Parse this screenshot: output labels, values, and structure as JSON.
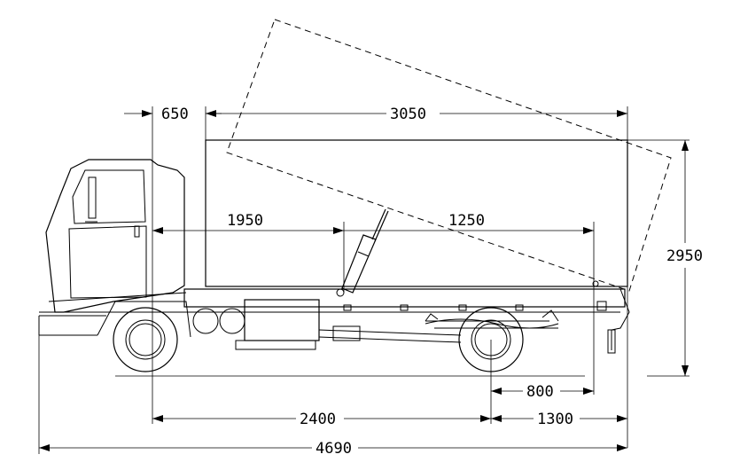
{
  "dimensions": {
    "front_overhang": "650",
    "body_length": "3050",
    "cab_to_pivot": "1950",
    "pivot_to_rear": "1250",
    "overall_height": "2950",
    "rear_axle_to_end": "800",
    "wheelbase": "2400",
    "rear_overhang": "1300",
    "overall_length": "4690"
  }
}
